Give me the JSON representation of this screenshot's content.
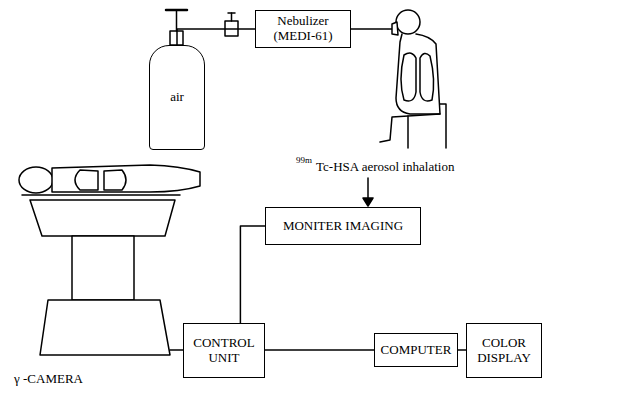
{
  "diagram": {
    "nodes": [
      {
        "text": [
          "Nebulizer (MEDI-61)"
        ]
      },
      {
        "text": [
          "air"
        ]
      },
      {
        "text": [
          "MONITER IMAGING"
        ]
      },
      {
        "text": [
          "CONTROL UNIT"
        ]
      },
      {
        "text": [
          "COMPUTER"
        ]
      },
      {
        "text": [
          "COLOR DISPLAY"
        ]
      }
    ],
    "edges": [
      {
        "from": 1,
        "to": 0,
        "arrow": "none"
      },
      {
        "from": 3,
        "to": 2,
        "arrow": "none"
      },
      {
        "from": 3,
        "to": 4,
        "arrow": "none"
      },
      {
        "from": 4,
        "to": 5,
        "arrow": "none"
      }
    ],
    "labels": [
      "99m",
      "Tc-HSA aerosol inhalation",
      "γ -CAMERA"
    ]
  }
}
